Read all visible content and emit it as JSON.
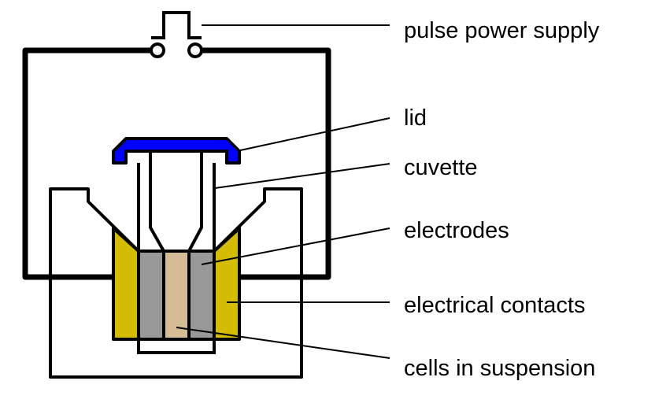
{
  "labels": {
    "pulse_power_supply": "pulse power supply",
    "lid": "lid",
    "cuvette": "cuvette",
    "electrodes": "electrodes",
    "electrical_contacts": "electrical contacts",
    "cells_in_suspension": "cells in suspension"
  },
  "colors": {
    "lid": "#0000ff",
    "electrical_contacts": "#d4bd00",
    "electrodes": "#999999",
    "cells_in_suspension": "#d4bd94",
    "outline": "#000000"
  }
}
